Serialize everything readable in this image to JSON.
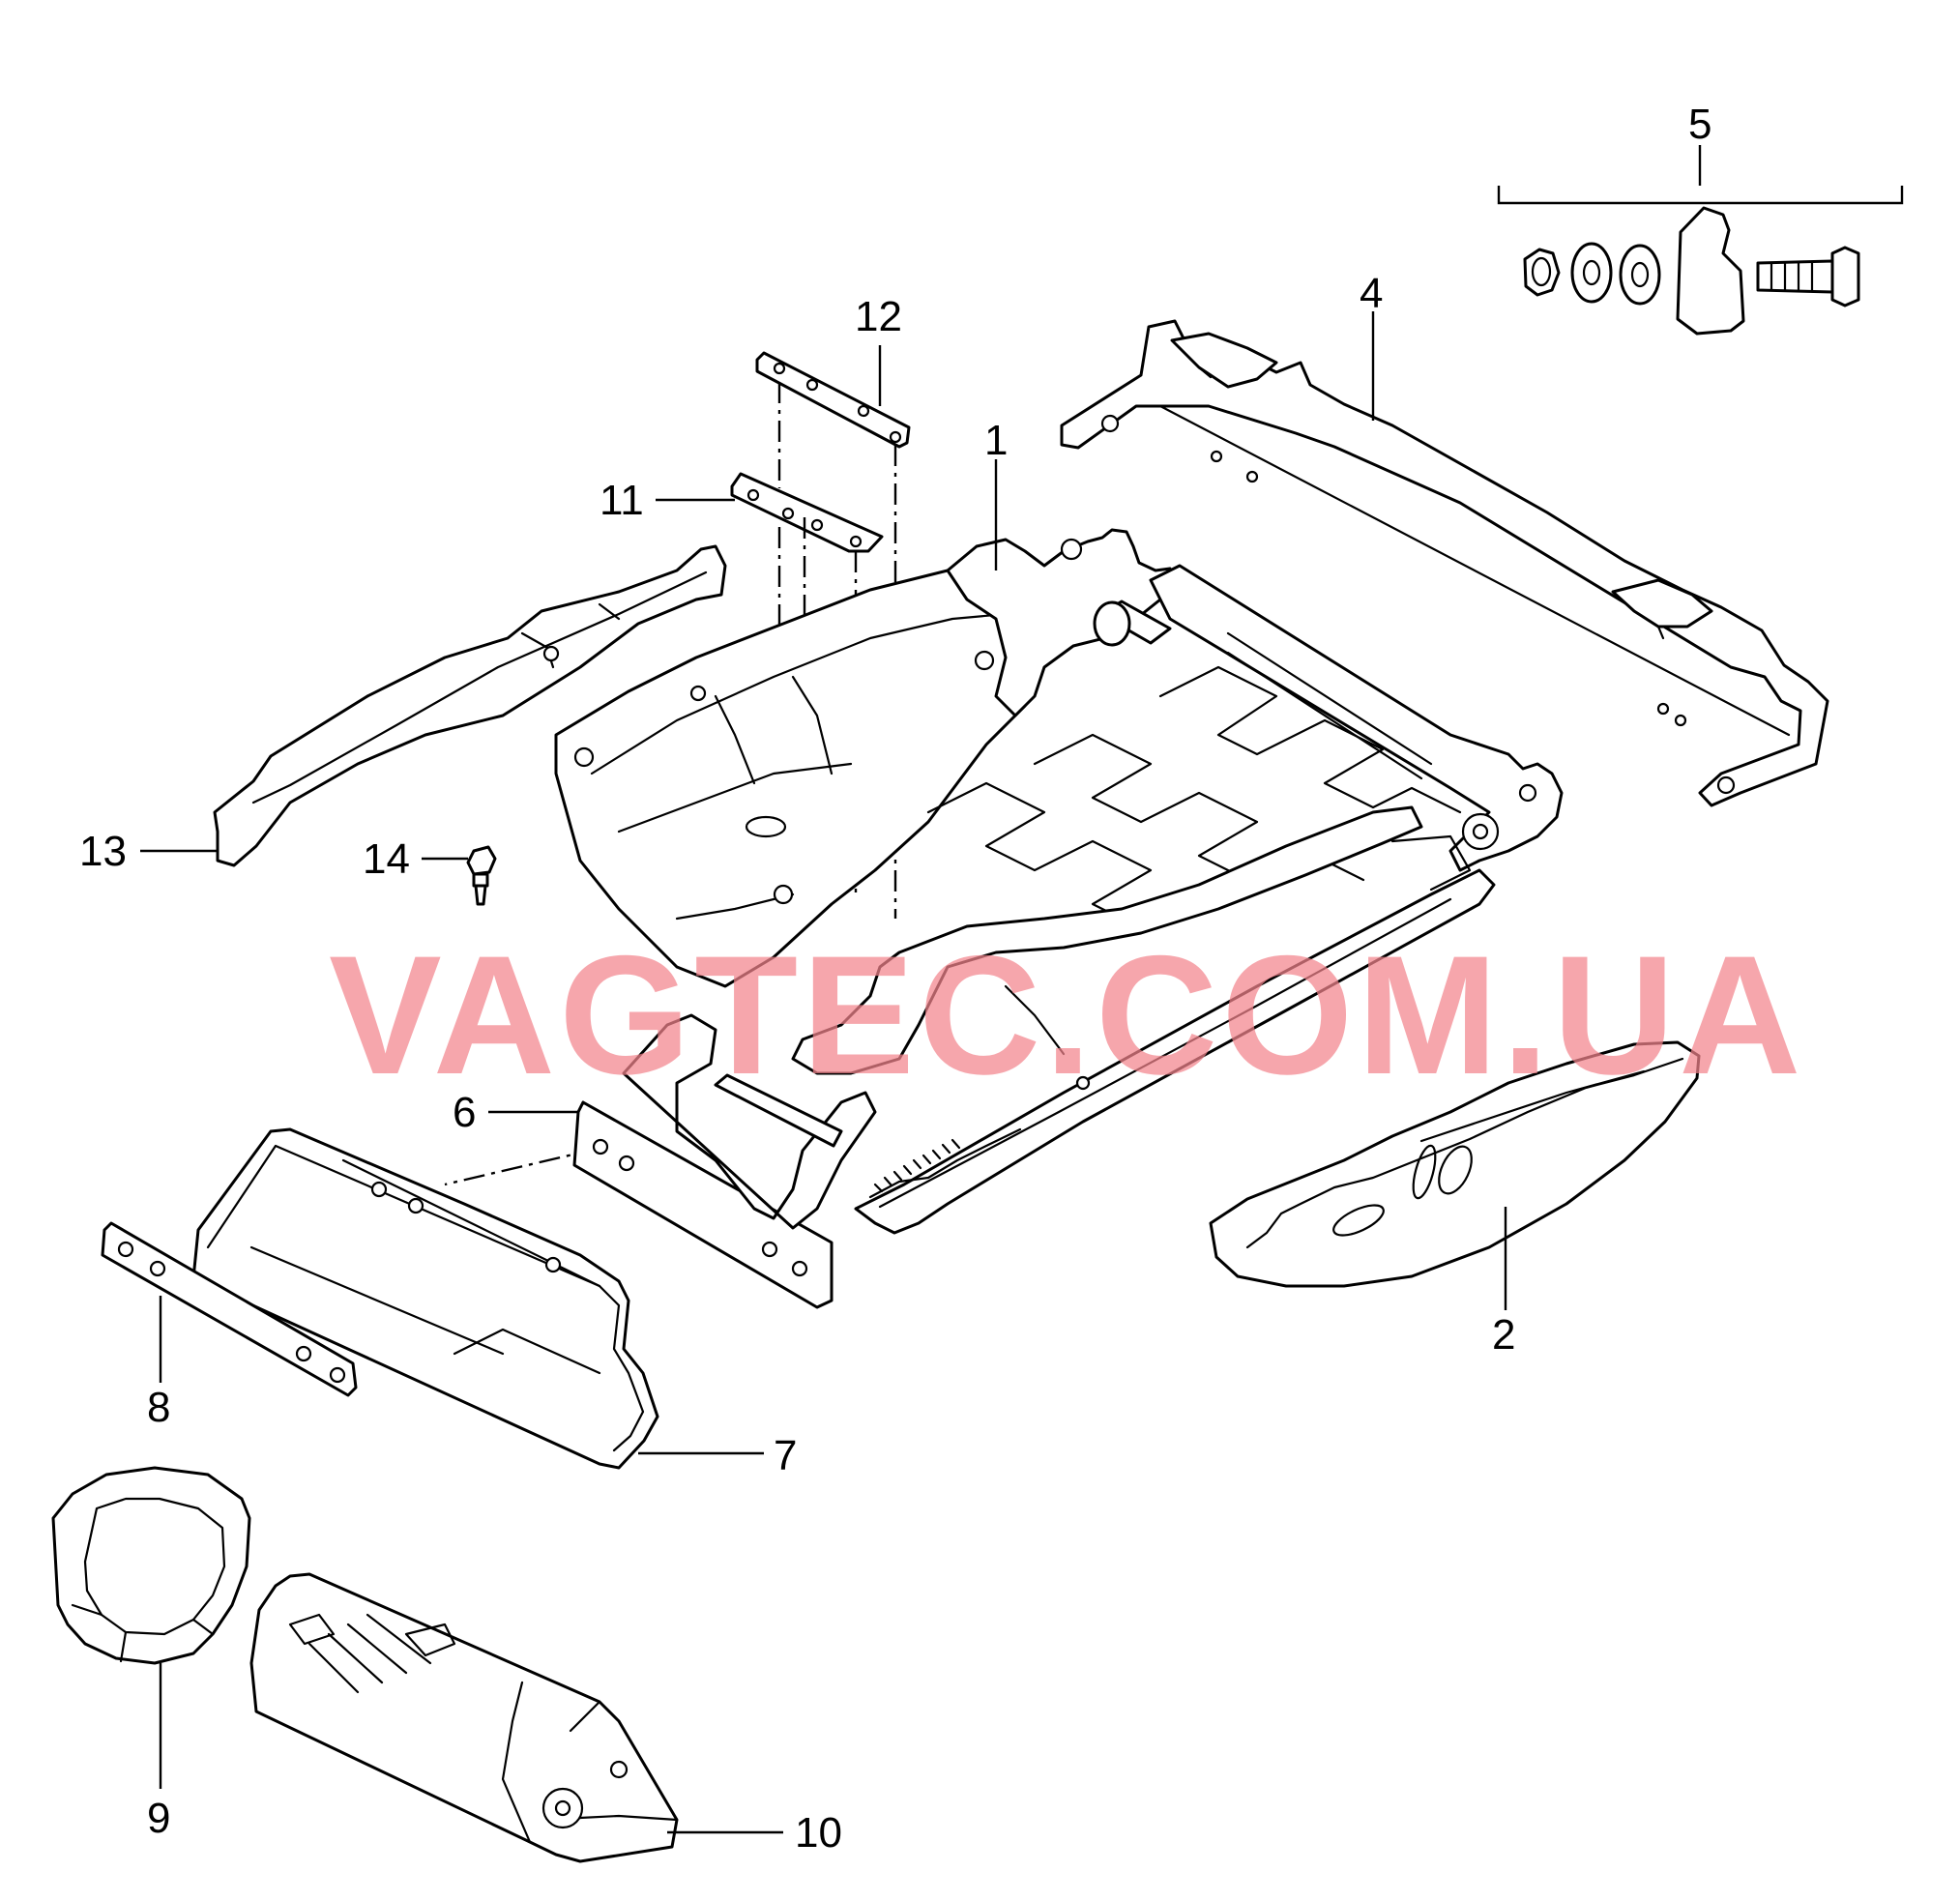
{
  "callouts": [
    "1",
    "2",
    "4",
    "5",
    "6",
    "7",
    "8",
    "9",
    "10",
    "11",
    "12",
    "13",
    "14"
  ],
  "watermark": "VAGTEC.COM.UA"
}
